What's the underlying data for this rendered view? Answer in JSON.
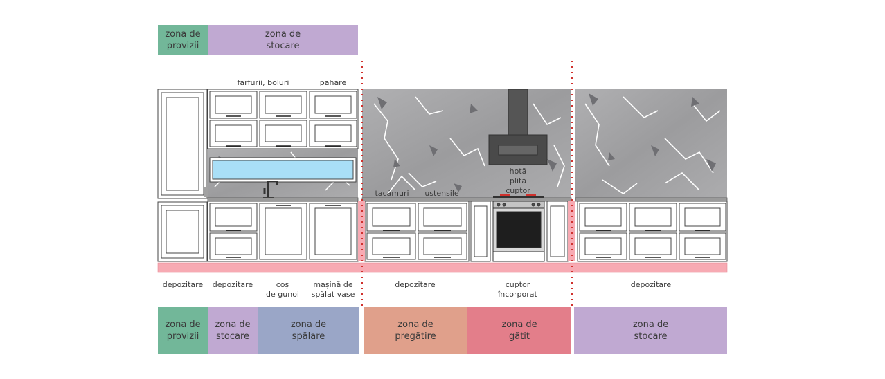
{
  "colors": {
    "provizii": "#72b799",
    "stocare": "#c0a9d2",
    "spalare": "#9aa6c7",
    "pregatire": "#e0a08b",
    "gatit": "#e37e8a",
    "plinth": "#f7aab3",
    "window": "#a9dff7",
    "marble": "#a8a8aa",
    "divider": "#d0312d"
  },
  "top_zones": [
    {
      "label": "zona de\nprovizii",
      "color_key": "provizii"
    },
    {
      "label": "zona de\nstocare",
      "color_key": "stocare"
    }
  ],
  "upper_labels": {
    "plates": "farfurii, boluri",
    "glasses": "pahare"
  },
  "appliance_labels": {
    "cutlery": "tacâmuri",
    "utensils": "ustensile",
    "hood_stack": "hotă\nplită\ncuptor"
  },
  "bottom_labels": [
    "depozitare",
    "depozitare",
    "coș\nde gunoi",
    "mașină de\nspălat vase",
    "depozitare",
    "cuptor\nîncorporat",
    "depozitare"
  ],
  "bottom_zones": [
    {
      "label": "zona de\nprovizii",
      "color_key": "provizii"
    },
    {
      "label": "zona de\nstocare",
      "color_key": "stocare"
    },
    {
      "label": "zona de\nspălare",
      "color_key": "spalare"
    },
    {
      "label": "zona de\npregătire",
      "color_key": "pregatire"
    },
    {
      "label": "zona de\ngătit",
      "color_key": "gatit"
    },
    {
      "label": "zona de\nstocare",
      "color_key": "stocare"
    }
  ]
}
